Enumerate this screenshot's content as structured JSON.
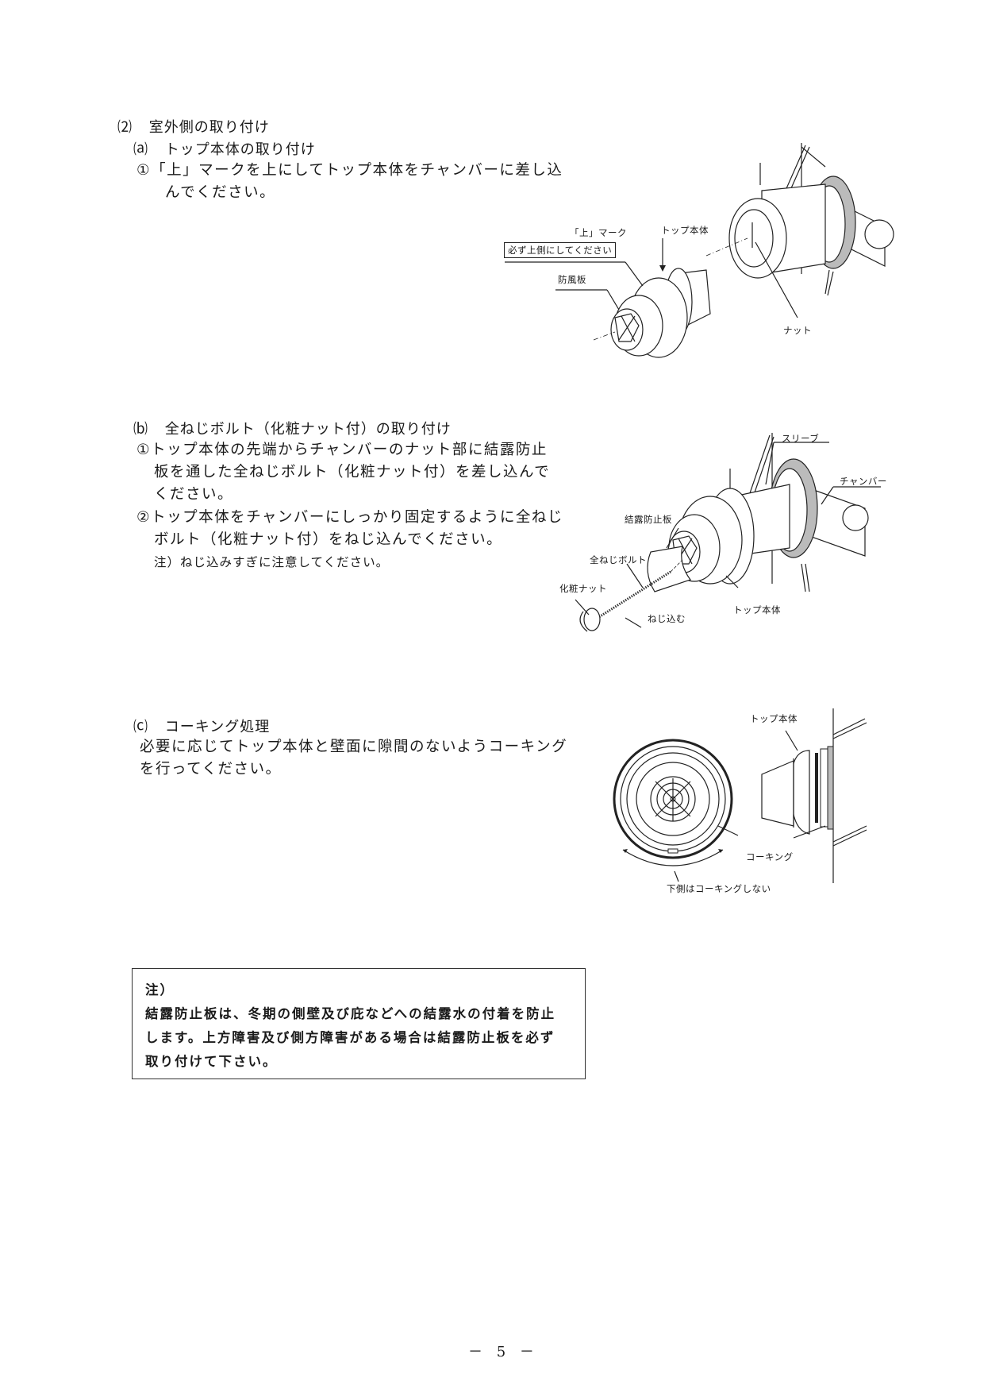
{
  "section": {
    "number": "⑵",
    "title": "室外側の取り付け"
  },
  "subsections": [
    {
      "marker": "⒜",
      "title": "トップ本体の取り付け",
      "steps": [
        {
          "marker": "①",
          "lines": [
            "「上」マークを上にしてトップ本体をチャンバーに差し込",
            "んでください。"
          ]
        }
      ],
      "figure": {
        "labels": {
          "up_mark": "「上」マーク",
          "up_mark_note": "必ず上側にしてください",
          "top_body": "トップ本体",
          "wind_guard": "防風板",
          "nut": "ナット"
        }
      }
    },
    {
      "marker": "⒝",
      "title": "全ねじボルト（化粧ナット付）の取り付け",
      "steps": [
        {
          "marker": "①",
          "lines": [
            "トップ本体の先端からチャンバーのナット部に結露防止",
            "板を通した全ねじボルト（化粧ナット付）を差し込んで",
            "ください。"
          ]
        },
        {
          "marker": "②",
          "lines": [
            "トップ本体をチャンバーにしっかり固定するように全ねじ",
            "ボルト（化粧ナット付）をねじ込んでください。"
          ]
        }
      ],
      "caution": "注）ねじ込みすぎに注意してください。",
      "figure": {
        "labels": {
          "sleeve": "スリーブ",
          "chamber": "チャンバー",
          "condensation_plate": "結露防止板",
          "full_thread_bolt": "全ねじボルト",
          "decorative_nut": "化粧ナット",
          "screw_in": "ねじ込む",
          "top_body": "トップ本体"
        }
      }
    },
    {
      "marker": "⒞",
      "title": "コーキング処理",
      "body_lines": [
        "必要に応じてトップ本体と壁面に隙間のないようコーキング",
        "を行ってください。"
      ],
      "figure": {
        "labels": {
          "top_body": "トップ本体",
          "caulking": "コーキング",
          "no_caulking_bottom": "下側はコーキングしない"
        }
      }
    }
  ],
  "note_box": {
    "heading": "注）",
    "lines": [
      "結露防止板は、冬期の側壁及び庇などへの結露水の付着を防止",
      "します。上方障害及び側方障害がある場合は結露防止板を必ず",
      "取り付けて下さい。"
    ]
  },
  "footer": {
    "page_number": "－ 5 －"
  }
}
